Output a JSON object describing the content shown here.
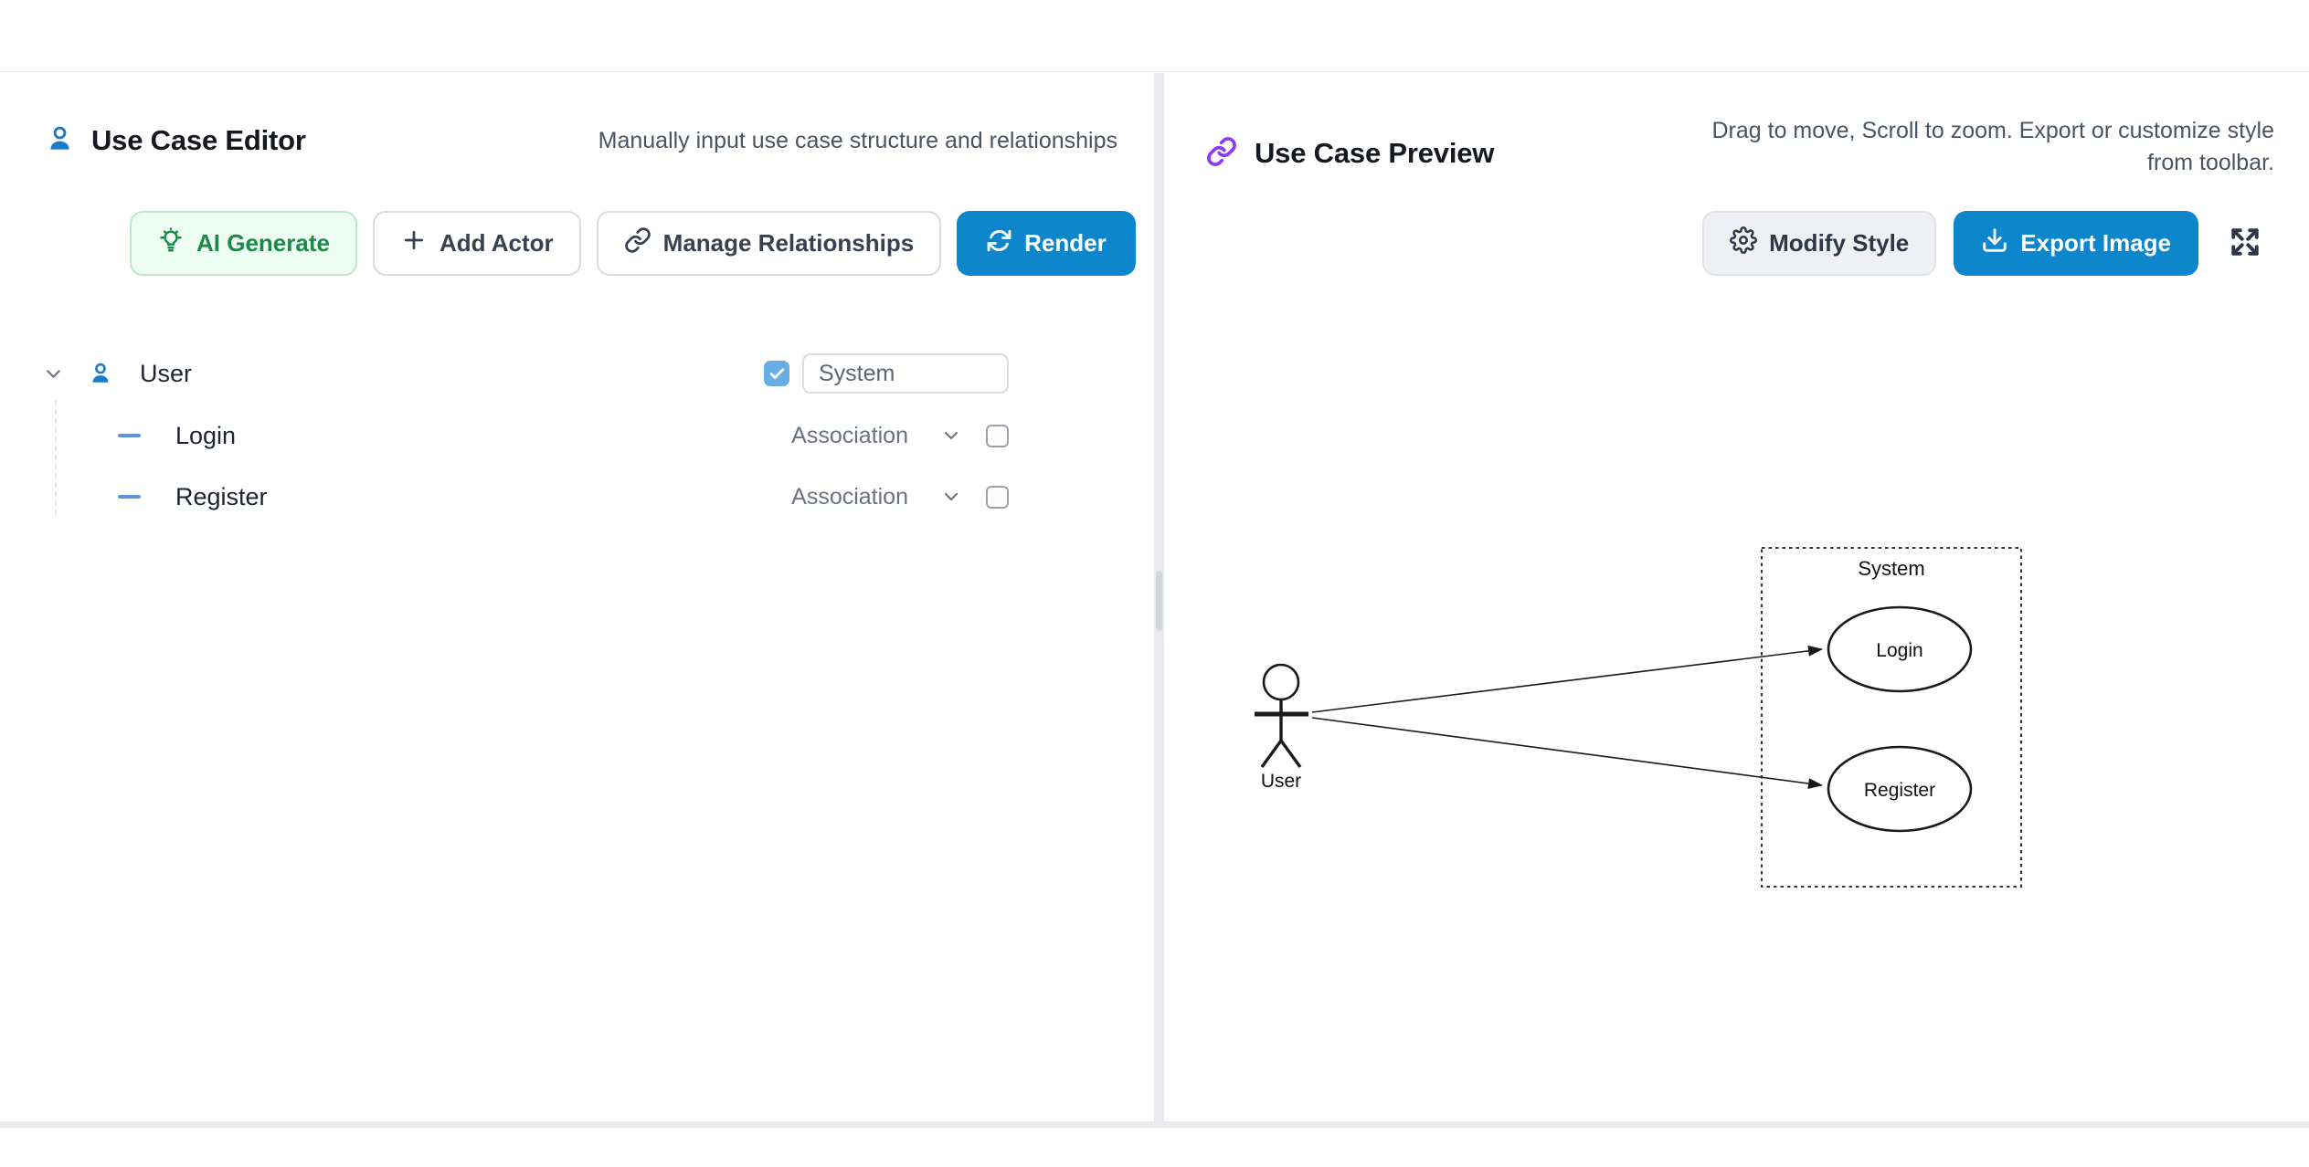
{
  "editor": {
    "title": "Use Case Editor",
    "subtitle": "Manually input use case structure and relationships",
    "toolbar": {
      "ai_generate": "AI Generate",
      "add_actor": "Add Actor",
      "manage_relationships": "Manage Relationships",
      "render": "Render"
    },
    "tree": {
      "actor": {
        "name": "User",
        "system_value": "System",
        "checkbox_checked": true
      },
      "use_cases": [
        {
          "name": "Login",
          "relationship": "Association",
          "checkbox_checked": false
        },
        {
          "name": "Register",
          "relationship": "Association",
          "checkbox_checked": false
        }
      ]
    }
  },
  "preview": {
    "title": "Use Case Preview",
    "subtitle_line1": "Drag to move, Scroll to zoom. Export or customize style",
    "subtitle_line2": "from toolbar.",
    "toolbar": {
      "modify_style": "Modify Style",
      "export_image": "Export Image"
    },
    "diagram": {
      "system_label": "System",
      "actor_label": "User",
      "use_cases": [
        "Login",
        "Register"
      ],
      "relationships": [
        {
          "from": "User",
          "to": "Login",
          "type": "Association"
        },
        {
          "from": "User",
          "to": "Register",
          "type": "Association"
        }
      ]
    }
  },
  "colors": {
    "primary_blue": "#0e86cb",
    "icon_blue": "#1b7cc9",
    "accent_purple": "#8c3bf2",
    "ai_green": "#1b8a49",
    "ai_green_bg": "#eefdf3",
    "checkbox_blue": "#67aee6",
    "minus_blue": "#5b93e8"
  }
}
